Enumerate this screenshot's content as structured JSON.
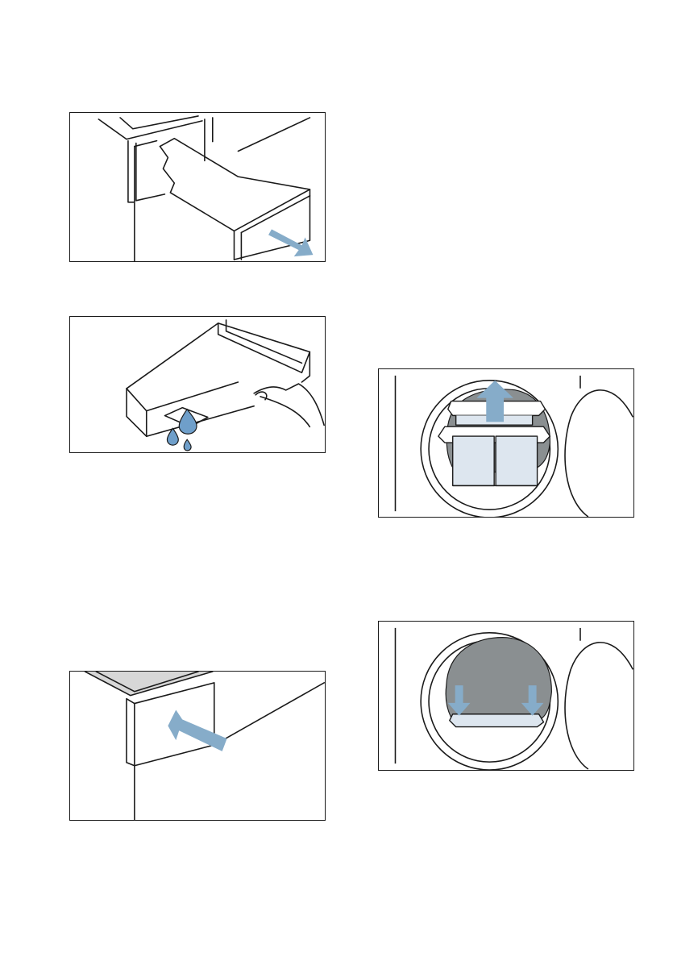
{
  "page": {
    "background": "#ffffff"
  },
  "colors": {
    "line": "#1a1a1a",
    "arrow": "#86acc9",
    "filter_fill": "#dde6ef",
    "drum_gray": "#8a8f91",
    "drawer_rim": "#d7d7d7"
  },
  "figures": [
    {
      "id": "fig-1",
      "depicts": "water-container-pull-out",
      "arrow_icon": "arrow-right-down-icon"
    },
    {
      "id": "fig-2",
      "depicts": "water-container-emptying",
      "drop_icon": "water-drop-icon"
    },
    {
      "id": "fig-3",
      "depicts": "water-container-push-in",
      "arrow_icon": "arrow-left-up-icon"
    },
    {
      "id": "fig-4",
      "depicts": "fluff-filter-removal",
      "arrow_icon": "arrow-up-icon"
    },
    {
      "id": "fig-5",
      "depicts": "fluff-filter-insertion",
      "arrow_icon": "arrow-down-icon"
    }
  ]
}
